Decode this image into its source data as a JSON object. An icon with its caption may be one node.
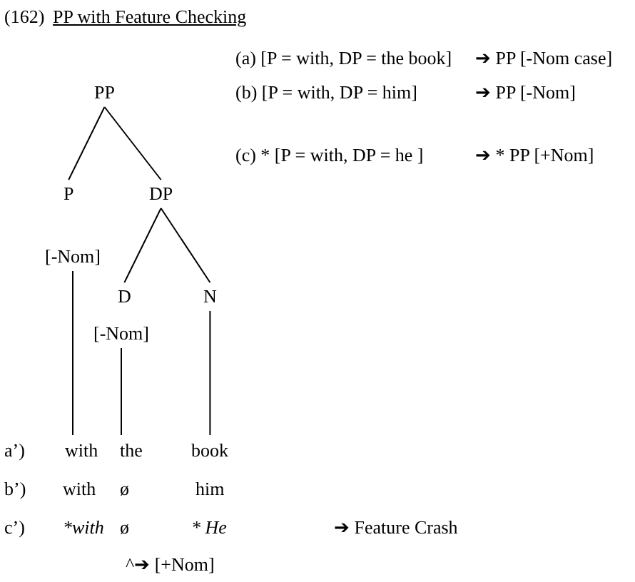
{
  "diagram": {
    "title": "PP with Feature Checking",
    "nodes": [
      {
        "text": [
          "PP"
        ]
      },
      {
        "text": [
          "P"
        ]
      },
      {
        "text": [
          "DP"
        ]
      },
      {
        "text": [
          "[-Nom]"
        ]
      },
      {
        "text": [
          "D"
        ]
      },
      {
        "text": [
          "N"
        ]
      },
      {
        "text": [
          "[-Nom]"
        ]
      },
      {
        "text": [
          "with"
        ]
      },
      {
        "text": [
          "the"
        ]
      },
      {
        "text": [
          "book"
        ]
      }
    ],
    "edges": [
      {
        "from": 0,
        "to": 1,
        "arrow": "none"
      },
      {
        "from": 0,
        "to": 2,
        "arrow": "none"
      },
      {
        "from": 2,
        "to": 4,
        "arrow": "none"
      },
      {
        "from": 2,
        "to": 5,
        "arrow": "none"
      },
      {
        "from": 3,
        "to": 7,
        "arrow": "none"
      },
      {
        "from": 6,
        "to": 8,
        "arrow": "none"
      },
      {
        "from": 5,
        "to": 9,
        "arrow": "none"
      }
    ],
    "labels": [
      "(162)",
      "(a)   [P = with, DP = the book]",
      "➔ PP [-Nom case]",
      "(b)   [P = with, DP = him]",
      "➔ PP [-Nom]",
      "(c) * [P = with, DP = he ]",
      "➔ * PP [+Nom]",
      "a’)",
      "b’)",
      "with",
      "ø",
      "him",
      "c’)",
      "*with",
      "ø",
      "* He",
      "➔ Feature Crash",
      "^➔ [+Nom]"
    ]
  }
}
